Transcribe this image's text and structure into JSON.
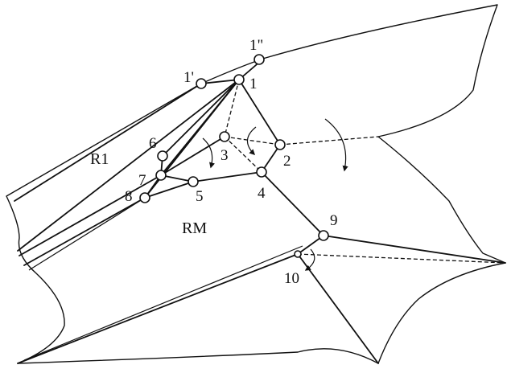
{
  "diagram": {
    "nodes": [
      "1",
      "1'",
      "1\"",
      "2",
      "3",
      "4",
      "5",
      "6",
      "7",
      "8",
      "9",
      "10"
    ],
    "regions": [
      "R1",
      "RM"
    ]
  }
}
